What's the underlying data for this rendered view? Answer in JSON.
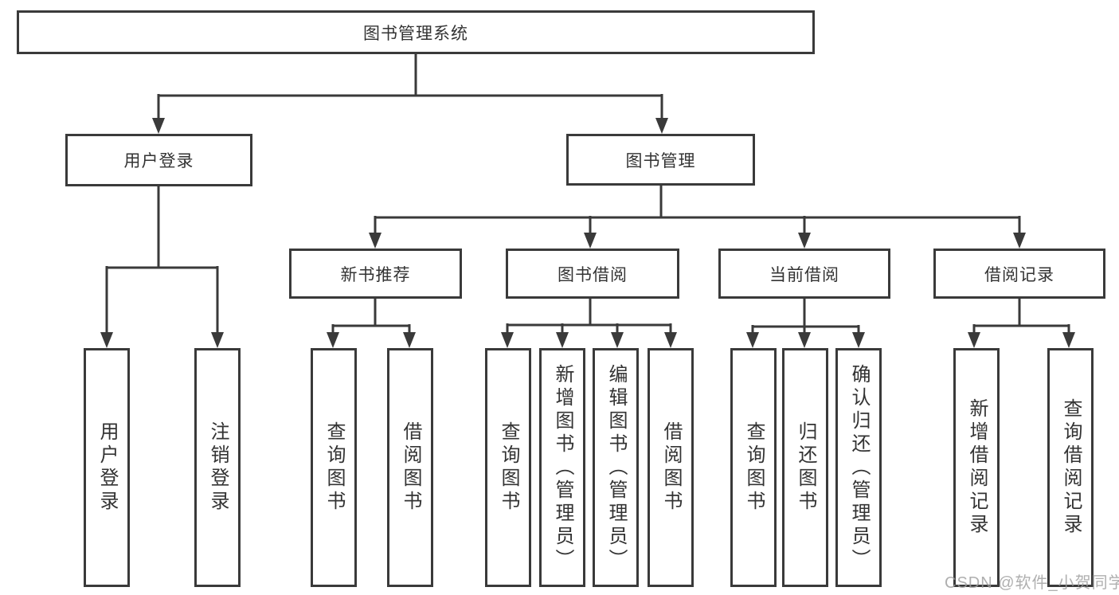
{
  "diagram": {
    "type": "tree",
    "title": "图书管理系统",
    "watermark": "CSDN @软件_小贺同学",
    "colors": {
      "stroke": "#3a3a3a",
      "text": "#333333",
      "background": "#ffffff",
      "watermark": "#9e9e9e"
    },
    "nodes": {
      "root": "图书管理系统",
      "user_login_group": "用户登录",
      "book_mgmt_group": "图书管理",
      "new_book_rec": "新书推荐",
      "book_borrow": "图书借阅",
      "current_borrow": "当前借阅",
      "borrow_records": "借阅记录",
      "leaf_user_login": "用户登录",
      "leaf_logout": "注销登录",
      "leaf_query_book_1": "查询图书",
      "leaf_borrow_book_1": "借阅图书",
      "leaf_query_book_2": "查询图书",
      "leaf_add_book": "新增图书（管理员）",
      "leaf_edit_book": "编辑图书（管理员）",
      "leaf_borrow_book_2": "借阅图书",
      "leaf_query_book_3": "查询图书",
      "leaf_return_book": "归还图书",
      "leaf_confirm_return": "确认归还（管理员）",
      "leaf_add_borrow_record": "新增借阅记录",
      "leaf_query_borrow_record": "查询借阅记录"
    },
    "hierarchy": {
      "图书管理系统": {
        "用户登录": [
          "用户登录",
          "注销登录"
        ],
        "图书管理": {
          "新书推荐": [
            "查询图书",
            "借阅图书"
          ],
          "图书借阅": [
            "查询图书",
            "新增图书（管理员）",
            "编辑图书（管理员）",
            "借阅图书"
          ],
          "当前借阅": [
            "查询图书",
            "归还图书",
            "确认归还（管理员）"
          ],
          "借阅记录": [
            "新增借阅记录",
            "查询借阅记录"
          ]
        }
      }
    }
  }
}
